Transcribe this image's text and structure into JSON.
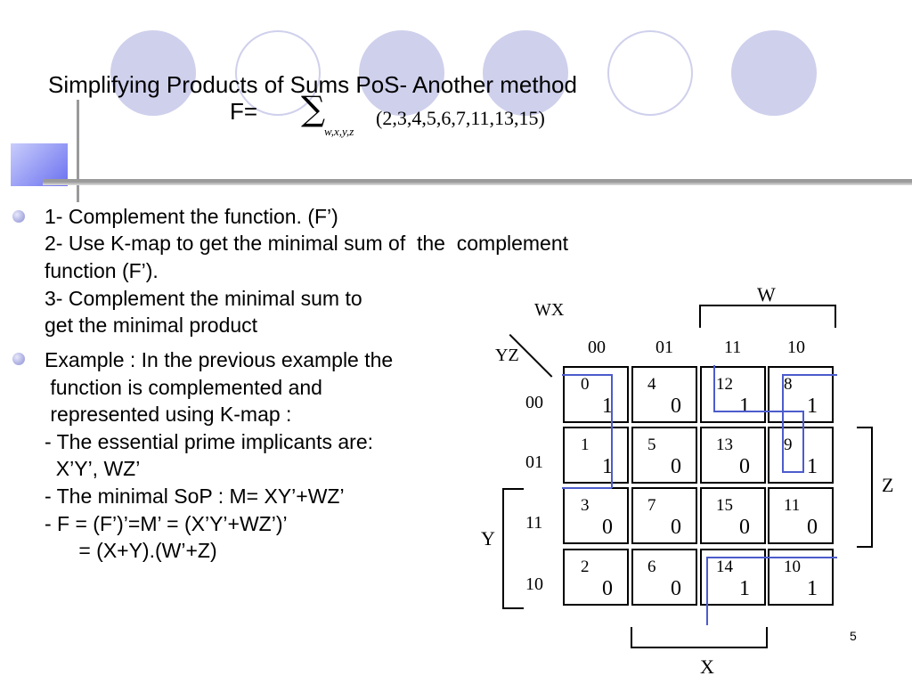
{
  "slide": {
    "title": "Simplifying Products of Sums PoS- Another method",
    "formula": {
      "lhs": "F=",
      "sigma": "∑",
      "sigma_sub": "w,x,y,z",
      "minterms": "(2,3,4,5,6,7,11,13,15)"
    },
    "page_number": "5",
    "colors": {
      "circle_fill": "#cfd0ec",
      "accent_square": "#6a70f0",
      "group_border": "#4c5ccc"
    }
  },
  "bullets": [
    {
      "lines": [
        "1- Complement the function. (F’)",
        "2- Use K-map to get the minimal sum of  the  complement",
        "function (F’).",
        "3- Complement the minimal sum to",
        "get the minimal product"
      ]
    },
    {
      "lines": [
        "Example : In the previous example the",
        " function is complemented and",
        " represented using K-map :",
        "- The essential prime implicants are:",
        "  X’Y’, WZ’",
        "- The minimal SoP : M= XY’+WZ’",
        "- F = (F’)’=M’ = (X’Y’+WZ’)’",
        "      = (X+Y).(W’+Z)"
      ]
    }
  ],
  "kmap": {
    "corner_row_label": "YZ",
    "corner_col_label": "WX",
    "col_headers": [
      "00",
      "01",
      "11",
      "10"
    ],
    "row_headers": [
      "00",
      "01",
      "11",
      "10"
    ],
    "rows": [
      [
        {
          "index": "0",
          "value": "1"
        },
        {
          "index": "4",
          "value": "0"
        },
        {
          "index": "12",
          "value": "1"
        },
        {
          "index": "8",
          "value": "1"
        }
      ],
      [
        {
          "index": "1",
          "value": "1"
        },
        {
          "index": "5",
          "value": "0"
        },
        {
          "index": "13",
          "value": "0"
        },
        {
          "index": "9",
          "value": "1"
        }
      ],
      [
        {
          "index": "3",
          "value": "0"
        },
        {
          "index": "7",
          "value": "0"
        },
        {
          "index": "15",
          "value": "0"
        },
        {
          "index": "11",
          "value": "0"
        }
      ],
      [
        {
          "index": "2",
          "value": "0"
        },
        {
          "index": "6",
          "value": "0"
        },
        {
          "index": "14",
          "value": "1"
        },
        {
          "index": "10",
          "value": "1"
        }
      ]
    ],
    "bracket_w": "W",
    "bracket_x": "X",
    "bracket_y": "Y",
    "bracket_z": "Z"
  }
}
